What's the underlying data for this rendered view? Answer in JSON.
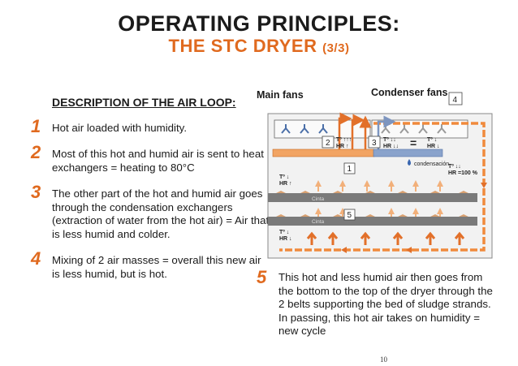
{
  "title": {
    "line1": "OPERATING PRINCIPLES:",
    "line2": "THE STC DRYER",
    "part": "(3/3)"
  },
  "section_heading": "DESCRIPTION OF THE AIR LOOP:",
  "steps": [
    {
      "num": "1",
      "text": "Hot air loaded with humidity."
    },
    {
      "num": "2",
      "text": "Most of this hot and humid air is sent to heat exchangers = heating to 80°C"
    },
    {
      "num": "3",
      "text": "The other part of the hot and humid air goes through the condensation exchangers (extraction of water from the hot air) = Air that is less humid and colder."
    },
    {
      "num": "4",
      "text": "Mixing of 2 air masses = overall this new air is less humid, but is hot."
    },
    {
      "num": "5",
      "text": "This hot and less humid air then goes from the bottom to the top of the dryer through the 2 belts supporting the bed of sludge strands. In passing, this hot air takes on humidity = new cycle"
    }
  ],
  "diagram": {
    "main_fans_label": "Main fans",
    "condenser_fans_label": "Condenser fans",
    "box4": "4",
    "box2": "2",
    "box3": "3",
    "box1": "1",
    "box5": "5",
    "belt_label": "Cinta",
    "condensacion": "condensación",
    "t_up": "Tº ↑↑↑",
    "hr_up": "HR ↑",
    "t_down": "Tº ↓↓",
    "hr_down_down": "HR ↓↓",
    "t_down_single": "Tº ↓",
    "hr_down_single": "HR ↓",
    "equals": "=",
    "t_right": "Tº ↓↓",
    "hr_100": "HR =100 %",
    "left_t1": "Tº ↓",
    "left_hr1": "HR ↑",
    "left_t2": "Tº ↓",
    "left_hr2": "HR ↓"
  },
  "page_number": "10",
  "colors": {
    "accent": "#e06a1f",
    "hot_air": "#f08a3c",
    "cold_air": "#8fa6c8",
    "belt": "#7a7a7a"
  }
}
